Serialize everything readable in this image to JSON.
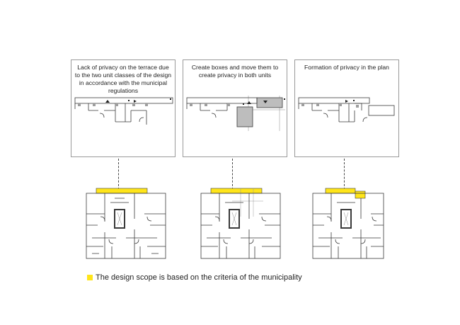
{
  "panels": [
    {
      "caption": "Lack of privacy on the terrace due to the two unit classes of the design in accordance with the municipal regulations"
    },
    {
      "caption": "Create boxes and move them to create privacy in both units"
    },
    {
      "caption": "Formation of privacy in the plan"
    }
  ],
  "legend": {
    "text": "The design scope is based on the criteria of the municipality",
    "swatch_color": "#ffe51a"
  },
  "colors": {
    "highlight": "#ffe51a",
    "box_gray": "#bdbdbd",
    "line": "#3a3a3a"
  }
}
